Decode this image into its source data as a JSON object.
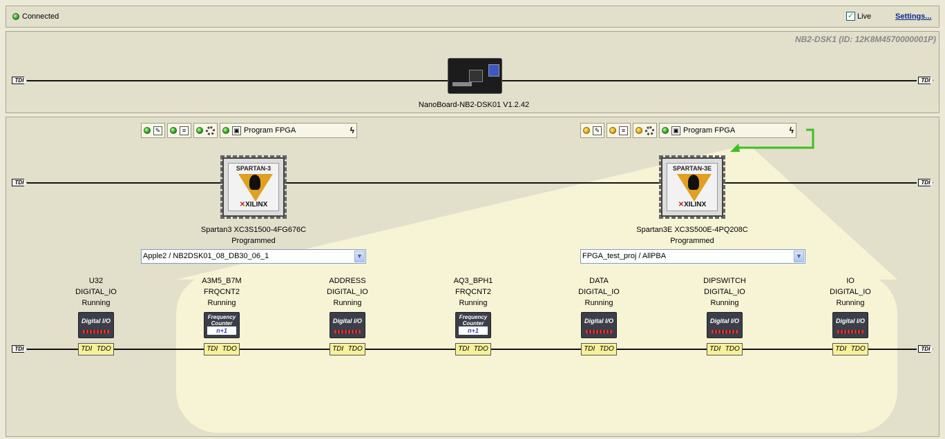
{
  "status": {
    "connected_label": "Connected",
    "live_label": "Live",
    "live_checked": true,
    "settings_label": "Settings..."
  },
  "board": {
    "id_label": "NB2-DSK1 (ID: 12K8M4570000001P)",
    "name": "NanoBoard-NB2-DSK01  V1.2.42",
    "chain_left": "TDI",
    "chain_right": "TDI"
  },
  "fpga_chain": {
    "left": "TDI",
    "right": "TDI"
  },
  "devices": [
    {
      "chip_label": "SPARTAN-3",
      "vendor": "XILINX",
      "part": "Spartan3 XC3S1500-4FG676C",
      "state": "Programmed",
      "project": "Apple2 / NB2DSK01_08_DB30_06_1",
      "program_label": "Program FPGA",
      "led_color": "green"
    },
    {
      "chip_label": "SPARTAN-3E",
      "vendor": "XILINX",
      "part": "Spartan3E XC3S500E-4PQ208C",
      "state": "Programmed",
      "project": "FPGA_test_proj / AllPBA",
      "program_label": "Program FPGA",
      "led_color": "amber"
    }
  ],
  "core_chain": {
    "left": "TDI",
    "right": "TDI"
  },
  "cores": [
    {
      "name": "U32",
      "type": "DIGITAL_IO",
      "status": "Running",
      "icon_title": "Digital I/O",
      "tdi": "TDI",
      "tdo": "TDO"
    },
    {
      "name": "A3M5_B7M",
      "type": "FRQCNT2",
      "status": "Running",
      "icon_title": "Frequency Counter",
      "wave": "n+1",
      "tdi": "TDI",
      "tdo": "TDO"
    },
    {
      "name": "ADDRESS",
      "type": "DIGITAL_IO",
      "status": "Running",
      "icon_title": "Digital I/O",
      "tdi": "TDI",
      "tdo": "TDO"
    },
    {
      "name": "AQ3_BPH1",
      "type": "FRQCNT2",
      "status": "Running",
      "icon_title": "Frequency Counter",
      "wave": "n+1",
      "tdi": "TDI",
      "tdo": "TDO"
    },
    {
      "name": "DATA",
      "type": "DIGITAL_IO",
      "status": "Running",
      "icon_title": "Digital I/O",
      "tdi": "TDI",
      "tdo": "TDO"
    },
    {
      "name": "DIPSWITCH",
      "type": "DIGITAL_IO",
      "status": "Running",
      "icon_title": "Digital I/O",
      "tdi": "TDI",
      "tdo": "TDO"
    },
    {
      "name": "IO",
      "type": "DIGITAL_IO",
      "status": "Running",
      "icon_title": "Digital I/O",
      "tdi": "TDI",
      "tdo": "TDO"
    }
  ],
  "colors": {
    "link_arrow": "#3cbf20",
    "highlight": "#f7f4d6"
  }
}
